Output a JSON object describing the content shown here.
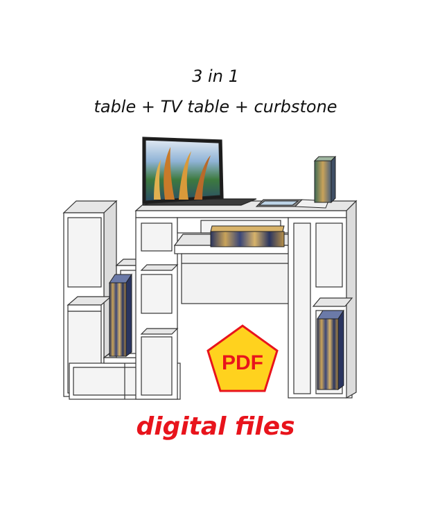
{
  "heading": {
    "line1": "3 in 1",
    "line2": "table + TV table + curbstone"
  },
  "badge": {
    "label": "PDF"
  },
  "footer": {
    "text": "digital files"
  },
  "colors": {
    "badge_fill": "#ffd21e",
    "badge_text": "#e8141c",
    "footer_text": "#e8141c",
    "panel": "#ffffff",
    "edge": "#333333",
    "shade": "#e6e6e6"
  }
}
